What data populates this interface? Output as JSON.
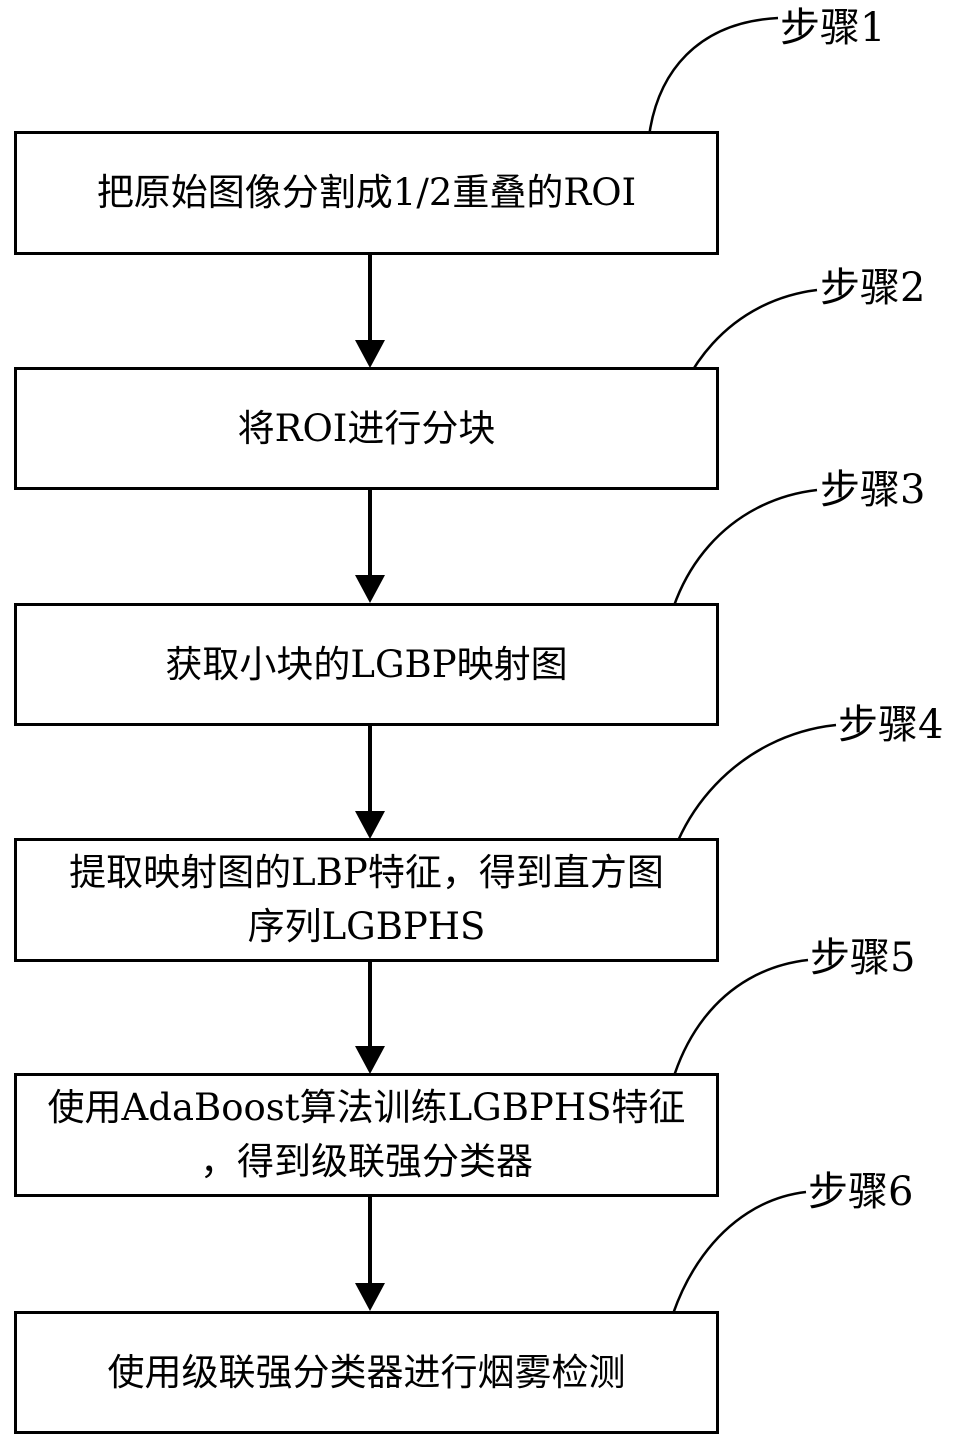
{
  "steps": [
    {
      "label": "步骤1",
      "text": "把原始图像分割成1/2重叠的ROI"
    },
    {
      "label": "步骤2",
      "text": "将ROI进行分块"
    },
    {
      "label": "步骤3",
      "text": "获取小块的LGBP映射图"
    },
    {
      "label": "步骤4",
      "text": "提取映射图的LBP特征，得到直方图\n序列LGBPHS"
    },
    {
      "label": "步骤5",
      "text": "使用AdaBoost算法训练LGBPHS特征\n，得到级联强分类器"
    },
    {
      "label": "步骤6",
      "text": "使用级联强分类器进行烟雾检测"
    }
  ],
  "colors": {
    "stroke": "#000000",
    "background": "#ffffff"
  }
}
